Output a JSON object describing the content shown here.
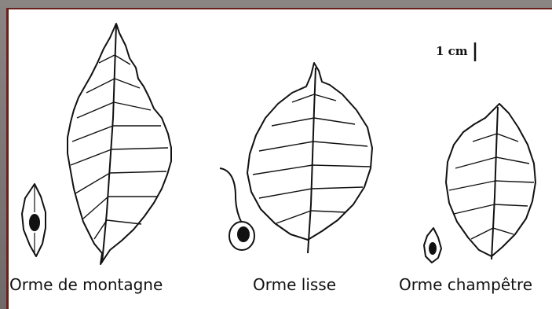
{
  "scale": {
    "label": "1 cm"
  },
  "species": [
    {
      "name": "Orme de montagne"
    },
    {
      "name": "Orme lisse"
    },
    {
      "name": "Orme champêtre"
    }
  ],
  "colors": {
    "frame": "#6b1f1a",
    "ink": "#111111",
    "paper": "#ffffff"
  }
}
